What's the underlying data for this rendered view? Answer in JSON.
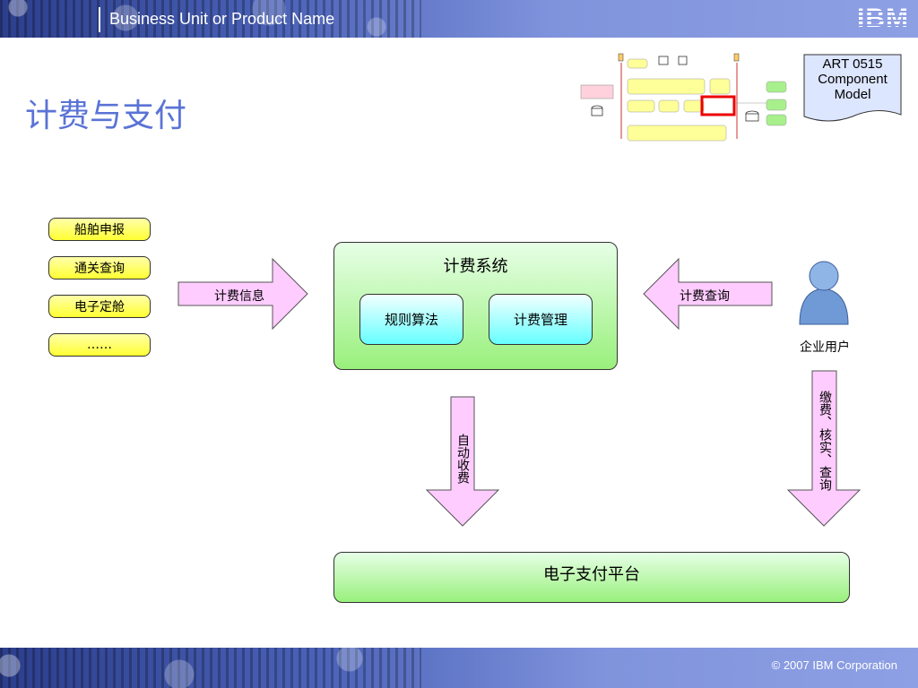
{
  "header": {
    "business_unit": "Business Unit or Product Name",
    "logo": "IBM"
  },
  "footer": {
    "copyright": "© 2007 IBM Corporation"
  },
  "page_title": "计费与支付",
  "art_label": {
    "line1": "ART 0515",
    "line2": "Component",
    "line3": "Model"
  },
  "sources": [
    "船舶申报",
    "通关查询",
    "电子定舱",
    "……"
  ],
  "arrows": {
    "left": "计费信息",
    "right": "计费查询",
    "down_left": "自动收费",
    "down_right": "缴费、核实、查询"
  },
  "billing_system": {
    "title": "计费系统",
    "modules": [
      "规则算法",
      "计费管理"
    ]
  },
  "user": {
    "label": "企业用户"
  },
  "platform": {
    "label": "电子支付平台"
  },
  "colors": {
    "title_blue": "#5a73d6",
    "pill_yellow": "#ffff33",
    "system_green": "#99f07c",
    "module_cyan": "#66ffff",
    "arrow_pink": "#ffccff"
  }
}
